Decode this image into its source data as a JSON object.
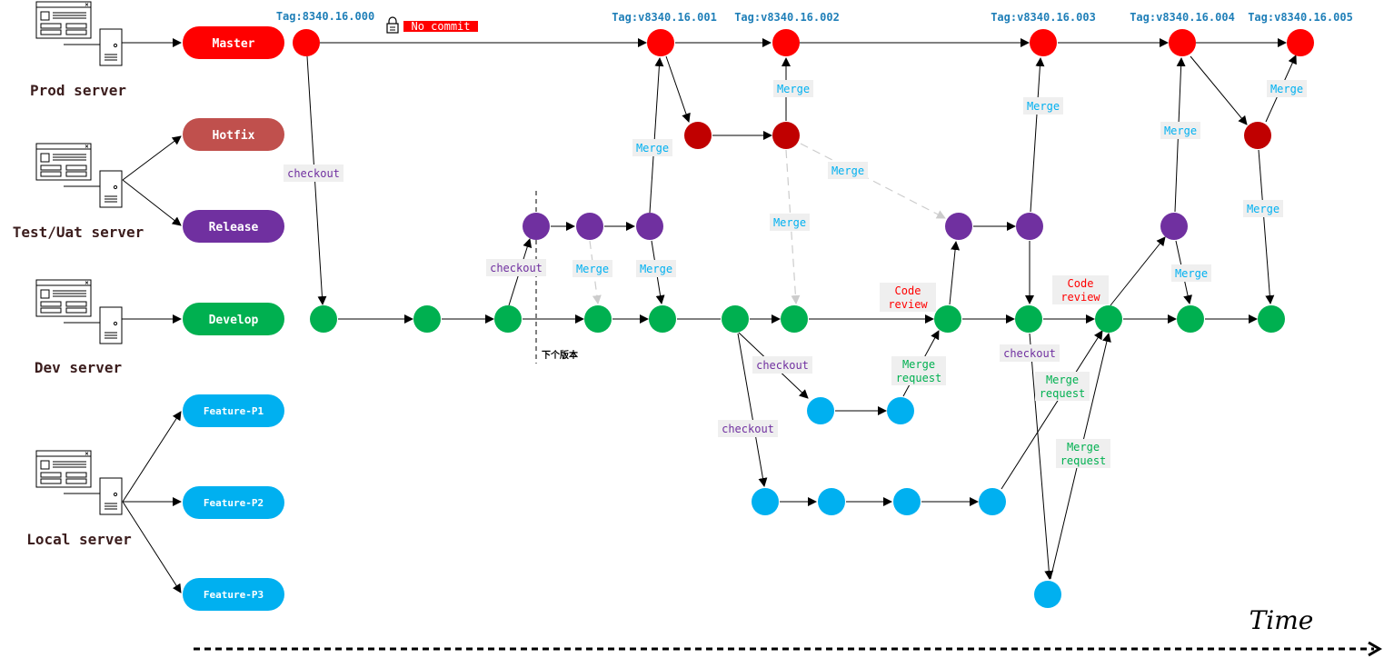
{
  "colors": {
    "master": "#ff0000",
    "hotfix": "#c0504d",
    "hotfix_node": "#c00000",
    "release": "#7030a0",
    "develop": "#00b050",
    "feature": "#00b0f0",
    "label_bg": "#efefef",
    "tag_text": "#1f7fb8"
  },
  "servers": {
    "prod": "Prod server",
    "test": "Test/Uat server",
    "dev": "Dev server",
    "local": "Local server"
  },
  "branches": {
    "master": "Master",
    "hotfix": "Hotfix",
    "release": "Release",
    "develop": "Develop",
    "feature_p1": "Feature-P1",
    "feature_p2": "Feature-P2",
    "feature_p3": "Feature-P3"
  },
  "tags": {
    "t0": "Tag:8340.16.000",
    "t1": "Tag:v8340.16.001",
    "t2": "Tag:v8340.16.002",
    "t3": "Tag:v8340.16.003",
    "t4": "Tag:v8340.16.004",
    "t5": "Tag:v8340.16.005"
  },
  "no_commit": "No commit",
  "next_version": "下个版本",
  "edge_labels": {
    "checkout": "checkout",
    "merge": "Merge",
    "code": "Code",
    "review": "review",
    "merge_word": "Merge",
    "request": "request"
  },
  "time": "Time"
}
